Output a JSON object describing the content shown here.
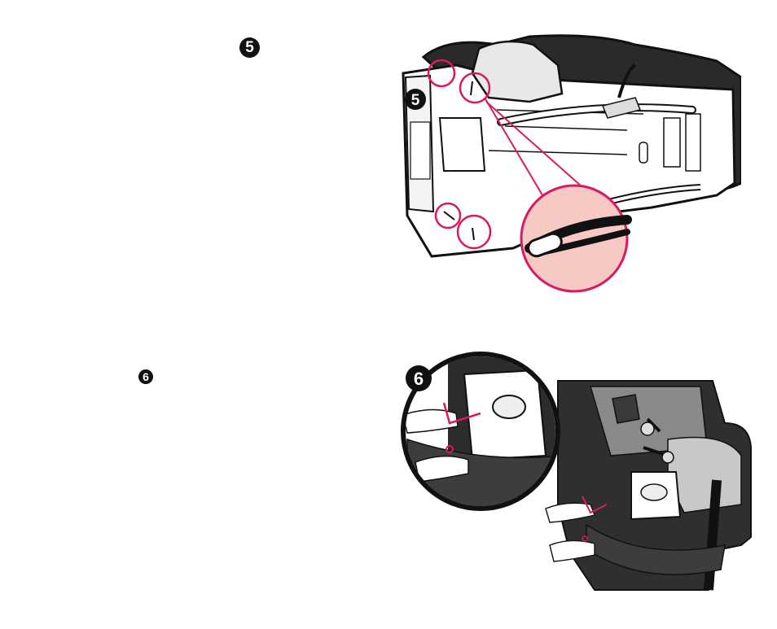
{
  "step5": {
    "number": "5",
    "figure_number": "5"
  },
  "step6": {
    "number": "6",
    "figure_number": "6"
  },
  "colors": {
    "highlight": "#d81b60",
    "highlight_fill": "#f6c9c4",
    "ink": "#111111",
    "shell_dark": "#2a2a2a",
    "pad_gray": "#8a8a8a",
    "pad_light": "#c8c8c8"
  },
  "icons": {
    "step_badge": "circled-number",
    "zoom": "magnifier-callout"
  }
}
